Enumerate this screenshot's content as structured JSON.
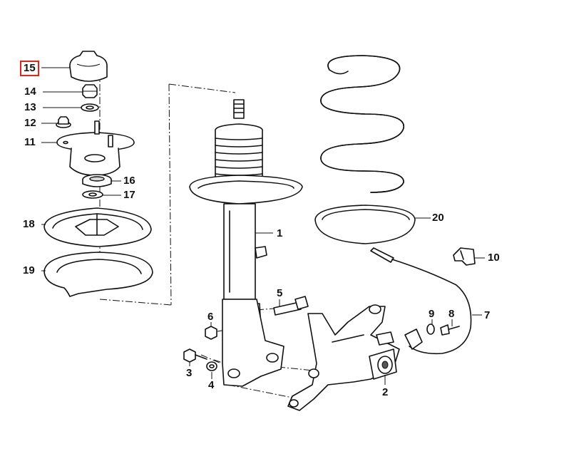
{
  "diagram": {
    "highlight_color": "#e0251b",
    "parts": [
      {
        "id": "p15",
        "label": "15",
        "highlighted": true
      },
      {
        "id": "p14",
        "label": "14"
      },
      {
        "id": "p13",
        "label": "13"
      },
      {
        "id": "p12",
        "label": "12"
      },
      {
        "id": "p11",
        "label": "11"
      },
      {
        "id": "p16",
        "label": "16"
      },
      {
        "id": "p17",
        "label": "17"
      },
      {
        "id": "p18",
        "label": "18"
      },
      {
        "id": "p19",
        "label": "19"
      },
      {
        "id": "p1",
        "label": "1"
      },
      {
        "id": "p20",
        "label": "20"
      },
      {
        "id": "p10",
        "label": "10"
      },
      {
        "id": "p7",
        "label": "7"
      },
      {
        "id": "p8",
        "label": "8"
      },
      {
        "id": "p9",
        "label": "9"
      },
      {
        "id": "p5",
        "label": "5"
      },
      {
        "id": "p6",
        "label": "6"
      },
      {
        "id": "p3",
        "label": "3"
      },
      {
        "id": "p4",
        "label": "4"
      },
      {
        "id": "p2",
        "label": "2"
      }
    ]
  }
}
